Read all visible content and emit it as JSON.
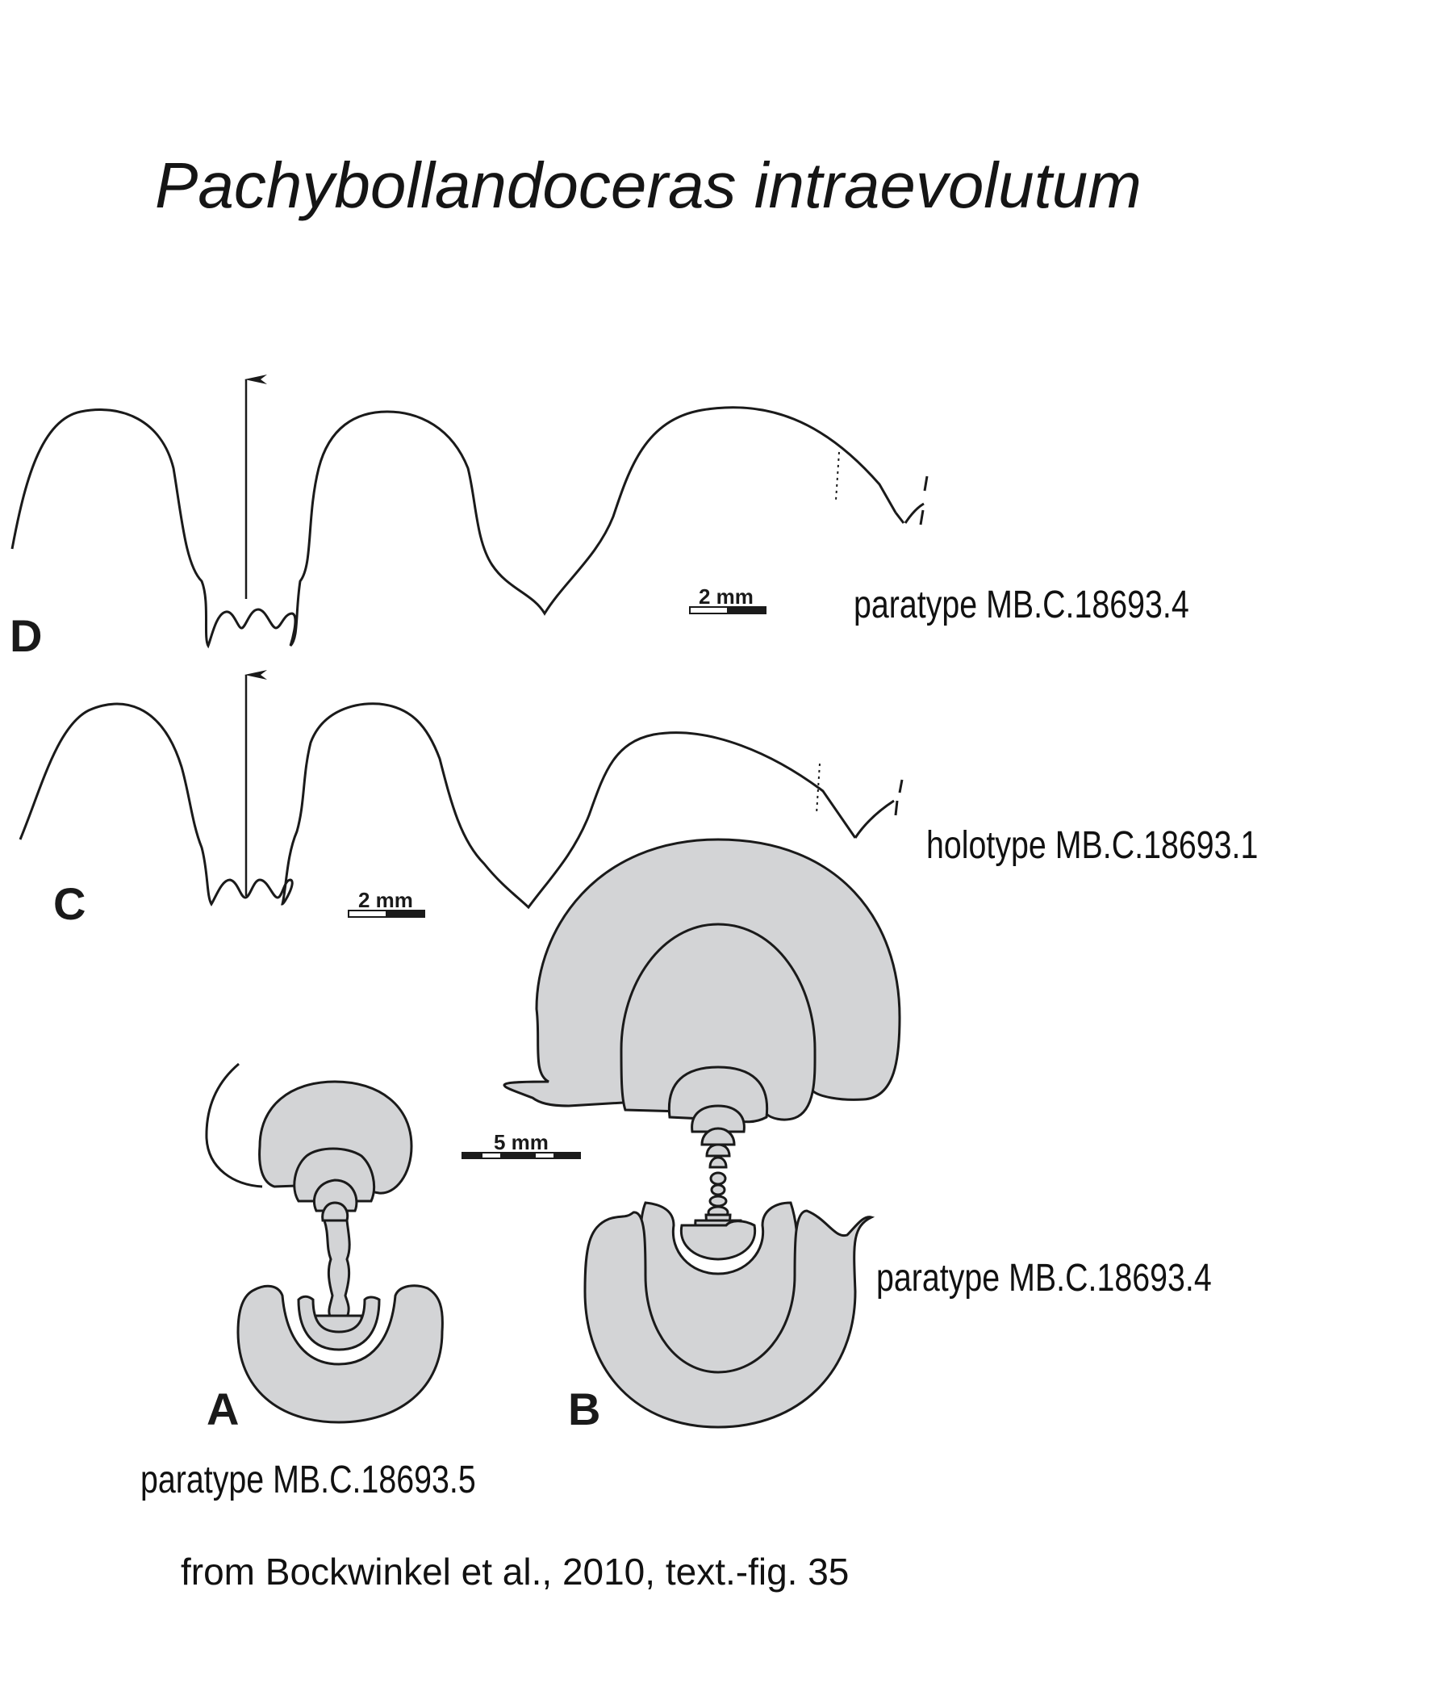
{
  "title": "Pachybollandoceras intraevolutum",
  "panels": {
    "d": {
      "letter": "D",
      "specimen": "paratype MB.C.18693.4",
      "scale": "2 mm"
    },
    "c": {
      "letter": "C",
      "specimen": "holotype MB.C.18693.1",
      "scale": "2 mm"
    },
    "b": {
      "letter": "B",
      "specimen": "paratype MB.C.18693.4"
    },
    "a": {
      "letter": "A",
      "specimen": "paratype MB.C.18693.5"
    },
    "ab_scale": "5 mm"
  },
  "source": "from Bockwinkel et al., 2010, text.-fig. 35",
  "colors": {
    "line": "#1a1a1a",
    "fill": "#d3d4d6",
    "background": "#ffffff"
  }
}
